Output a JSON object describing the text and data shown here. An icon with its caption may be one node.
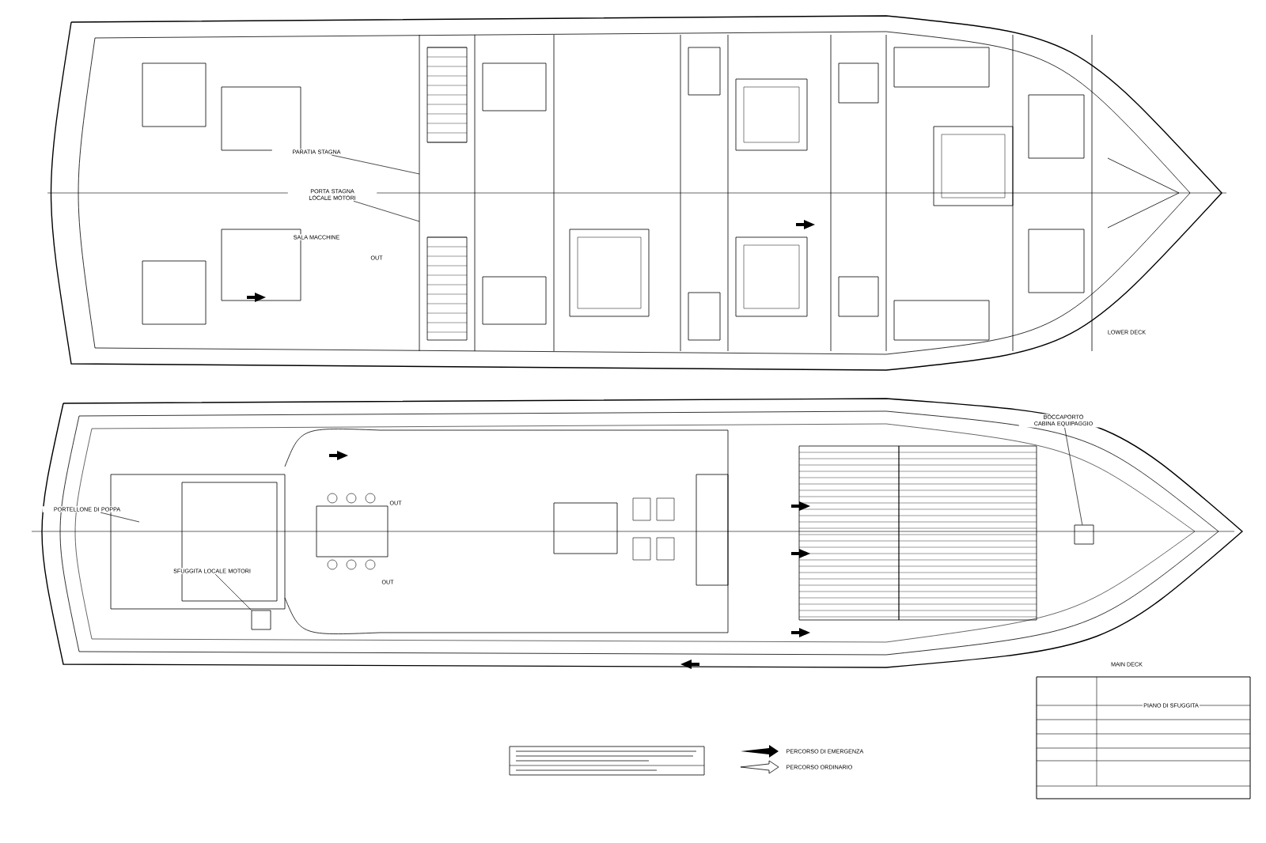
{
  "diagram": {
    "nodes": [
      {
        "text": [
          "PARATIA STAGNA"
        ]
      },
      {
        "text": [
          "PORTA STAGNA LOCALE MOTORI"
        ]
      },
      {
        "text": [
          "PORTELLONE DI POPPA"
        ]
      },
      {
        "text": [
          "SFUGGITA LOCALE MOTORI"
        ]
      },
      {
        "text": [],
        "shape": "box"
      },
      {
        "text": [
          "BOCCAPORTO CABINA EQUIPAGGIO"
        ]
      },
      {
        "text": [],
        "shape": "box"
      }
    ],
    "edges": [
      {
        "from": 0,
        "to": null,
        "arrow": "none"
      },
      {
        "from": 1,
        "to": null,
        "arrow": "none"
      },
      {
        "from": 2,
        "to": null,
        "arrow": "none"
      },
      {
        "from": 3,
        "to": 4,
        "arrow": "none"
      },
      {
        "from": 5,
        "to": 6,
        "arrow": "none"
      }
    ],
    "labels": [
      "SALA MACCHINE",
      "OUT",
      "OUT",
      "OUT",
      "LOWER DECK",
      "MAIN DECK",
      "PIANO DI SFUGGITA"
    ],
    "legend": [
      {
        "text": "PERCORSO DI EMERGENZA"
      },
      {
        "text": "PERCORSO ORDINARIO"
      }
    ]
  }
}
